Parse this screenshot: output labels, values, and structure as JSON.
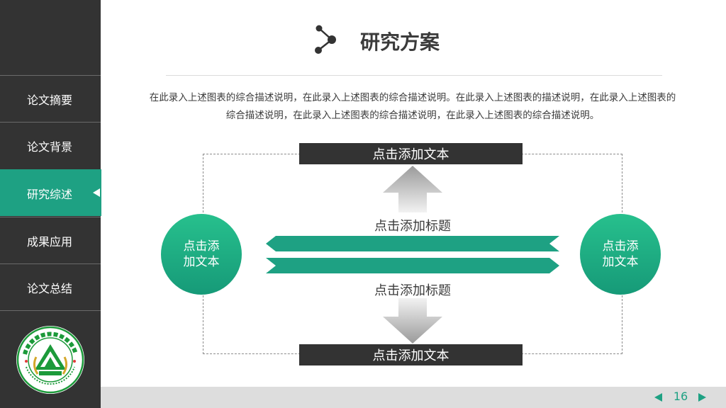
{
  "sidebar": {
    "items": [
      {
        "label": "论文摘要",
        "active": false
      },
      {
        "label": "论文背景",
        "active": false
      },
      {
        "label": "研究综述",
        "active": true
      },
      {
        "label": "成果应用",
        "active": false
      },
      {
        "label": "论文总结",
        "active": false
      }
    ]
  },
  "header": {
    "title": "研究方案",
    "description": "在此录入上述图表的综合描述说明，在此录入上述图表的综合描述说明。在此录入上述图表的描述说明，在此录入上述图表的综合描述说明，在此录入上述图表的综合描述说明，在此录入上述图表的综合描述说明。"
  },
  "diagram": {
    "top_text": "点击添加文本",
    "bottom_text": "点击添加文本",
    "label_upper": "点击添加标题",
    "label_lower": "点击添加标题",
    "left_circle": "点击添\n加文本",
    "right_circle": "点击添\n加文本"
  },
  "footer": {
    "page_number": "16"
  },
  "colors": {
    "accent": "#1ea183",
    "sidebar": "#333333",
    "text": "#3b3b3b"
  }
}
